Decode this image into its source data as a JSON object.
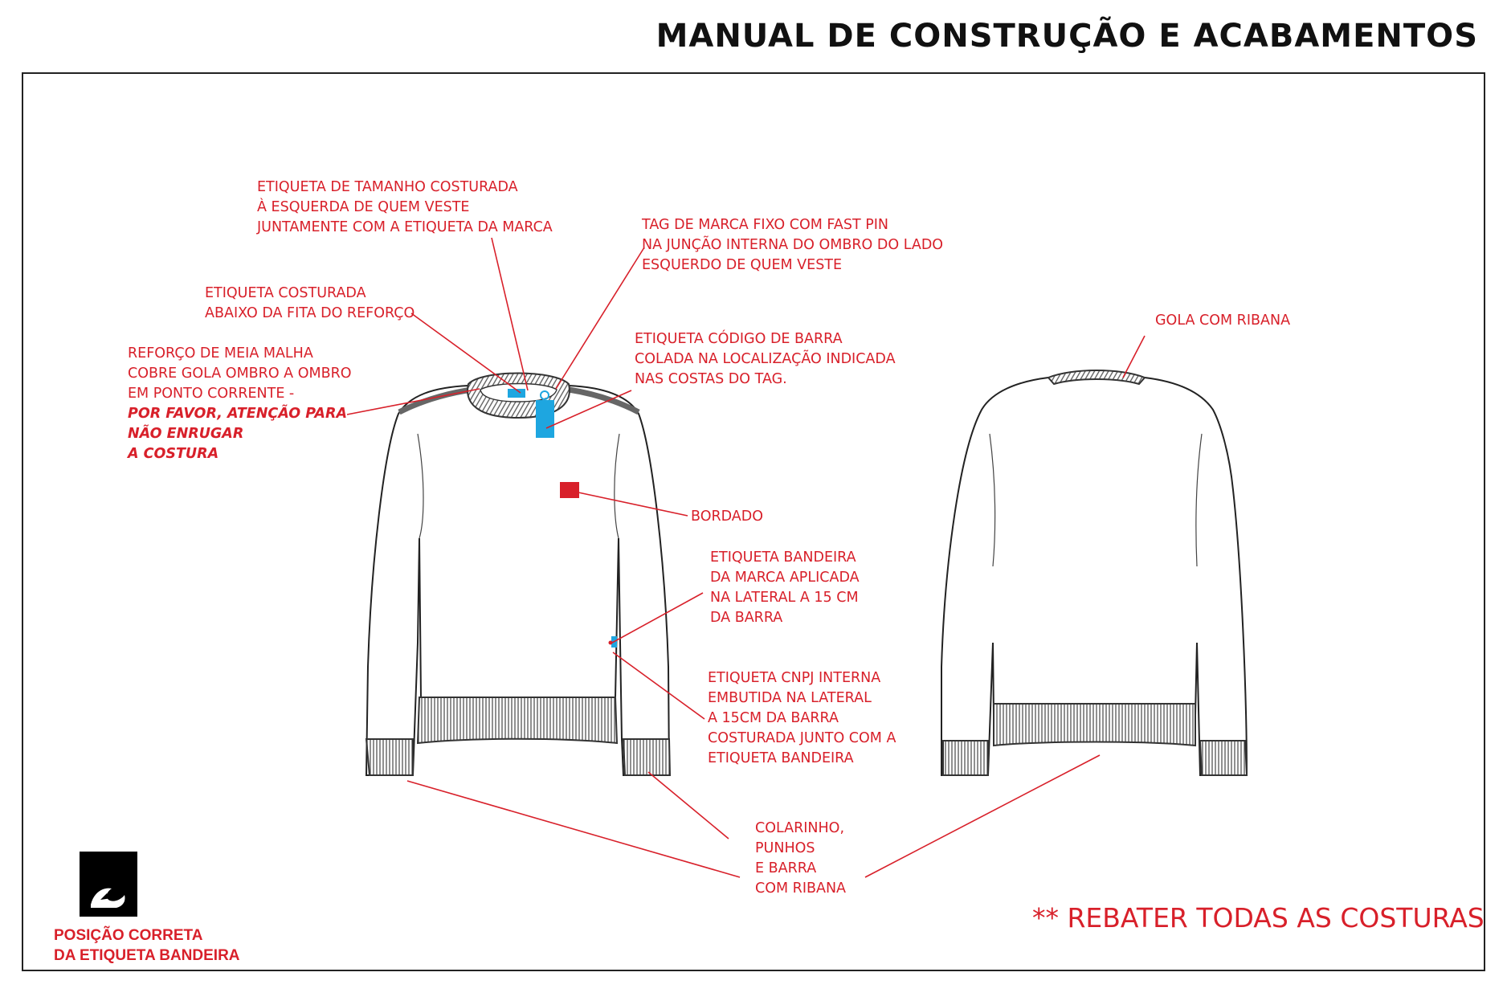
{
  "header": {
    "title": "MANUAL DE CONSTRUÇÃO E ACABAMENTOS"
  },
  "colors": {
    "annotation": "#d8202a",
    "tag": "#1ea6e0",
    "embroidery": "#d8202a",
    "outline": "#222222"
  },
  "annotations": {
    "size_label": [
      "ETIQUETA DE TAMANHO COSTURADA",
      "À ESQUERDA DE QUEM VESTE",
      "JUNTAMENTE COM A ETIQUETA DA MARCA"
    ],
    "brand_tag": [
      "TAG DE MARCA FIXO COM FAST PIN",
      "NA JUNÇÃO INTERNA DO OMBRO DO LADO",
      "ESQUERDO DE QUEM VESTE"
    ],
    "sewn_label": [
      "ETIQUETA COSTURADA",
      "ABAIXO DA FITA DO REFORÇO"
    ],
    "reinforcement": [
      "REFORÇO DE MEIA MALHA",
      "COBRE GOLA OMBRO A OMBRO",
      "EM PONTO CORRENTE -"
    ],
    "reinforcement_warning": [
      "POR FAVOR, ATENÇÃO PARA",
      "NÃO ENRUGAR",
      "A COSTURA"
    ],
    "barcode": [
      "ETIQUETA CÓDIGO DE BARRA",
      "COLADA NA  LOCALIZAÇÃO INDICADA",
      "NAS COSTAS DO TAG."
    ],
    "embroidery": "BORDADO",
    "flag_label": [
      "ETIQUETA BANDEIRA",
      "DA MARCA APLICADA",
      "NA LATERAL A 15 CM",
      "DA BARRA"
    ],
    "cnpj_label": [
      "ETIQUETA CNPJ INTERNA",
      "EMBUTIDA NA LATERAL",
      "A 15CM DA BARRA",
      "COSTURADA JUNTO COM A",
      "ETIQUETA BANDEIRA"
    ],
    "collar_back": "GOLA COM RIBANA",
    "rib": [
      "COLARINHO,",
      "PUNHOS",
      "E BARRA",
      "COM RIBANA"
    ]
  },
  "footer": {
    "note": "** REBATER TODAS AS COSTURAS",
    "logo_caption": [
      "POSIÇÃO CORRETA",
      "DA ETIQUETA BANDEIRA"
    ],
    "logo_icon": "wave-mountain-logo"
  }
}
